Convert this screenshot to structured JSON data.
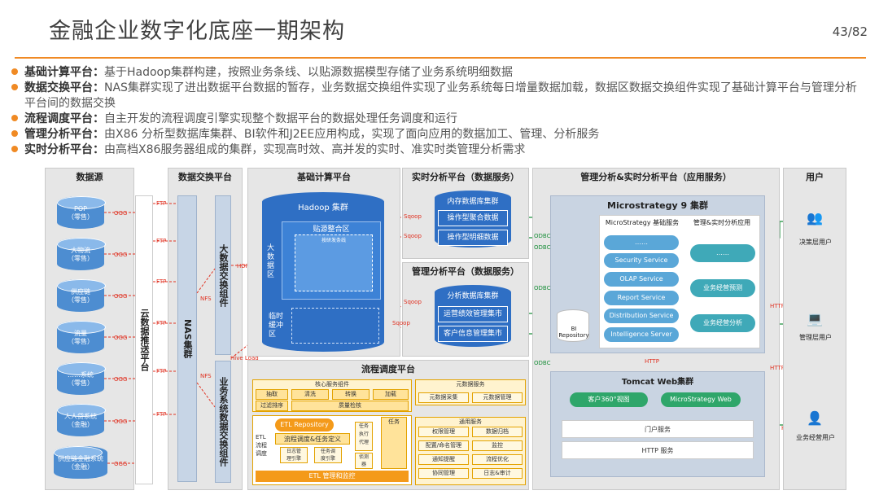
{
  "title": "金融企业数字化底座一期架构",
  "page": "43/82",
  "bullets": [
    {
      "head": "基础计算平台：",
      "text": "基于Hadoop集群构建，按照业务条线、以贴源数据模型存储了业务系统明细数据"
    },
    {
      "head": "数据交换平台：",
      "text": "NAS集群实现了进出数据平台数据的暂存，业务数据交换组件实现了业务系统每日增量数据加载，数据区数据交换组件实现了基础计算平台与管理分析平台间的数据交换"
    },
    {
      "head": "流程调度平台：",
      "text": "自主开发的流程调度引擎实现整个数据平台的数据处理任务调度和运行"
    },
    {
      "head": "管理分析平台：",
      "text": "由X86 分析型数据库集群、BI软件和J2EE应用构成，实现了面向应用的数据加工、管理、分析服务"
    },
    {
      "head": "实时分析平台：",
      "text": "由高档X86服务器组成的集群，实现高时效、高并发的实时、准实时类管理分析需求"
    }
  ],
  "panels": {
    "source": "数据源",
    "exchange": "数据交换平台",
    "base": "基础计算平台",
    "realtime": "实时分析平台（数据服务）",
    "mgmt_sub": "管理分析平台（数据服务）",
    "app": "管理分析&实时分析平台（应用服务）",
    "user": "用户",
    "flow": "流程调度平台"
  },
  "sources": [
    "POP\n（零售）",
    "大物流\n（零售）",
    "供应链\n（零售）",
    "流量\n（零售）",
    "……系统\n（零售）",
    "人人贷系统\n（金融）",
    "供应链金融系统\n（金融）"
  ],
  "labels": {
    "ogg": "OGG",
    "ftp": "FTP",
    "nfs": "NFS",
    "hdfs": "HDFS",
    "sqoop": "Sqoop",
    "odbc": "ODBC",
    "http": "HTTP",
    "hiveload": "Hive Load"
  },
  "exchange_items": {
    "cloud": "云数据推送平台",
    "nas": "NAS集群",
    "big": "大数据交换组件",
    "biz": "业务系统数据交换组件"
  },
  "base_items": {
    "hadoop": "Hadoop 集群",
    "tieyuan": "贴源整合区",
    "big_zone": "大数据区",
    "ledger": "按研发条线",
    "buffer": "临时缓冲区"
  },
  "realtime_items": {
    "head": "内存数据库集群",
    "a": "操作型聚合数据",
    "b": "操作型明细数据"
  },
  "mgmt_items": {
    "head": "分析数据库集群",
    "a": "运营绩效管理集市",
    "b": "客户信息管理集市"
  },
  "app_items": {
    "ms_title": "Microstrategy 9 集群",
    "ms_basic": "MicroStrategy 基础服务",
    "ms_app": "管理&实时分析应用",
    "svc": [
      "……",
      "Security Service",
      "OLAP Service",
      "Report Service",
      "Distribution Service",
      "Intelligence Server"
    ],
    "apps": [
      "……",
      "业务经营预测",
      "业务经营分析"
    ],
    "bi_repo": "BI\nRepository",
    "tomcat": "Tomcat Web集群",
    "cust360": "客户360°视图",
    "msweb": "MicroStrategy Web",
    "portal": "门户服务",
    "http_svc": "HTTP 服务"
  },
  "users": [
    "决策层用户",
    "管理层用户",
    "业务经营用户"
  ],
  "flow_items": {
    "core": "核心服务组件",
    "core_cells": [
      "抽取",
      "清洗",
      "转换",
      "加载",
      "过滤排序",
      "质量检核"
    ],
    "meta": "元数据服务",
    "meta_cells": [
      "元数据采集",
      "元数据管理"
    ],
    "common": "通用服务",
    "common_cells": [
      "权限管理",
      "数据归档",
      "配置/命名管理",
      "监控",
      "通知提醒",
      "流程优化",
      "协同管理",
      "日志&审计"
    ],
    "etl_side": "ETL\n流程\n调度",
    "etl_repo": "ETL Repository",
    "etl_def": "流程调度&任务定义",
    "task_exec": "任务\n执行\n代理",
    "sense": "侦测\n器",
    "task": "任务",
    "sched": "日志管\n理引擎",
    "monitor": "任务调\n度引擎",
    "etl_mgr": "ETL 管理和监控"
  }
}
